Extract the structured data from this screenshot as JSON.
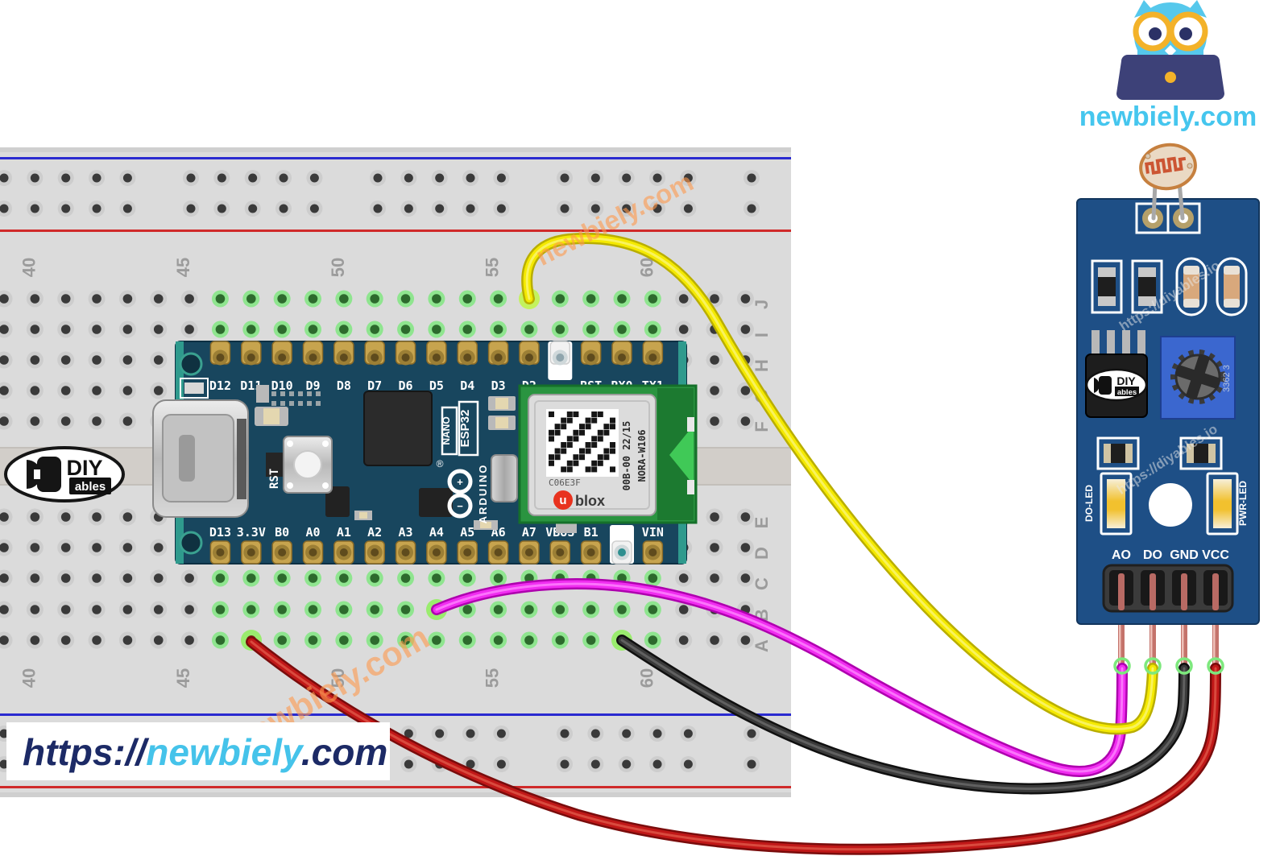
{
  "brand": {
    "logo_text": "newbiely.com",
    "footer": {
      "prefix": "https://",
      "name": "newbiely",
      "suffix": ".com"
    }
  },
  "watermarks": {
    "newbiely_top": "newbiely.com",
    "newbiely_bottom": "newbiely.com",
    "diyables_1": "https://diyables.io",
    "diyables_2": "https://diyables.io"
  },
  "breadboard": {
    "column_labels": [
      "40",
      "45",
      "50",
      "55",
      "60"
    ],
    "row_labels_top": [
      "J",
      "I",
      "H",
      "G",
      "F"
    ],
    "row_labels_bottom": [
      "E",
      "D",
      "C",
      "B",
      "A"
    ]
  },
  "arduino": {
    "name_line1": "NANO",
    "name_line2": "ESP32",
    "brand": "ARDUINO",
    "registered_mark": "®",
    "logo_plus": "+",
    "logo_minus": "−",
    "rst_label": "RST",
    "top_pins": [
      "D12",
      "D11",
      "D10",
      "D9",
      "D8",
      "D7",
      "D6",
      "D5",
      "D4",
      "D3",
      "D2",
      "",
      "RST",
      "RX0",
      "TX1"
    ],
    "bottom_pins": [
      "D13",
      "3.3V",
      "B0",
      "A0",
      "A1",
      "A2",
      "A3",
      "A4",
      "A5",
      "A6",
      "A7",
      "VBUS",
      "B1",
      "",
      "VIN"
    ],
    "radio_module": {
      "code": "C06E3F",
      "logo_u": "u",
      "logo_rest": "blox",
      "serial": "00B-00 22/15",
      "model": "NORA-W106"
    }
  },
  "diyables_logo": {
    "top": "DIY",
    "bottom": "ables"
  },
  "sensor_module": {
    "pin_labels": [
      "AO",
      "DO",
      "GND",
      "VCC"
    ],
    "led_label_left": "DO-LED",
    "led_label_right": "PWR-LED",
    "potentiometer_label": "3362 3",
    "chip_logo_top": "DIY",
    "chip_logo_bottom": "ables"
  },
  "wires": [
    {
      "id": "yellow",
      "color": "#f4e900",
      "arduino_pin": "D2",
      "sensor_pin": "DO"
    },
    {
      "id": "magenta",
      "color": "#f02df0",
      "arduino_pin": "A4",
      "sensor_pin": "AO"
    },
    {
      "id": "black",
      "color": "#3a3a3a",
      "arduino_pin": "GND",
      "sensor_pin": "GND"
    },
    {
      "id": "red",
      "color": "#c11818",
      "arduino_pin": "3.3V",
      "sensor_pin": "VCC"
    }
  ]
}
